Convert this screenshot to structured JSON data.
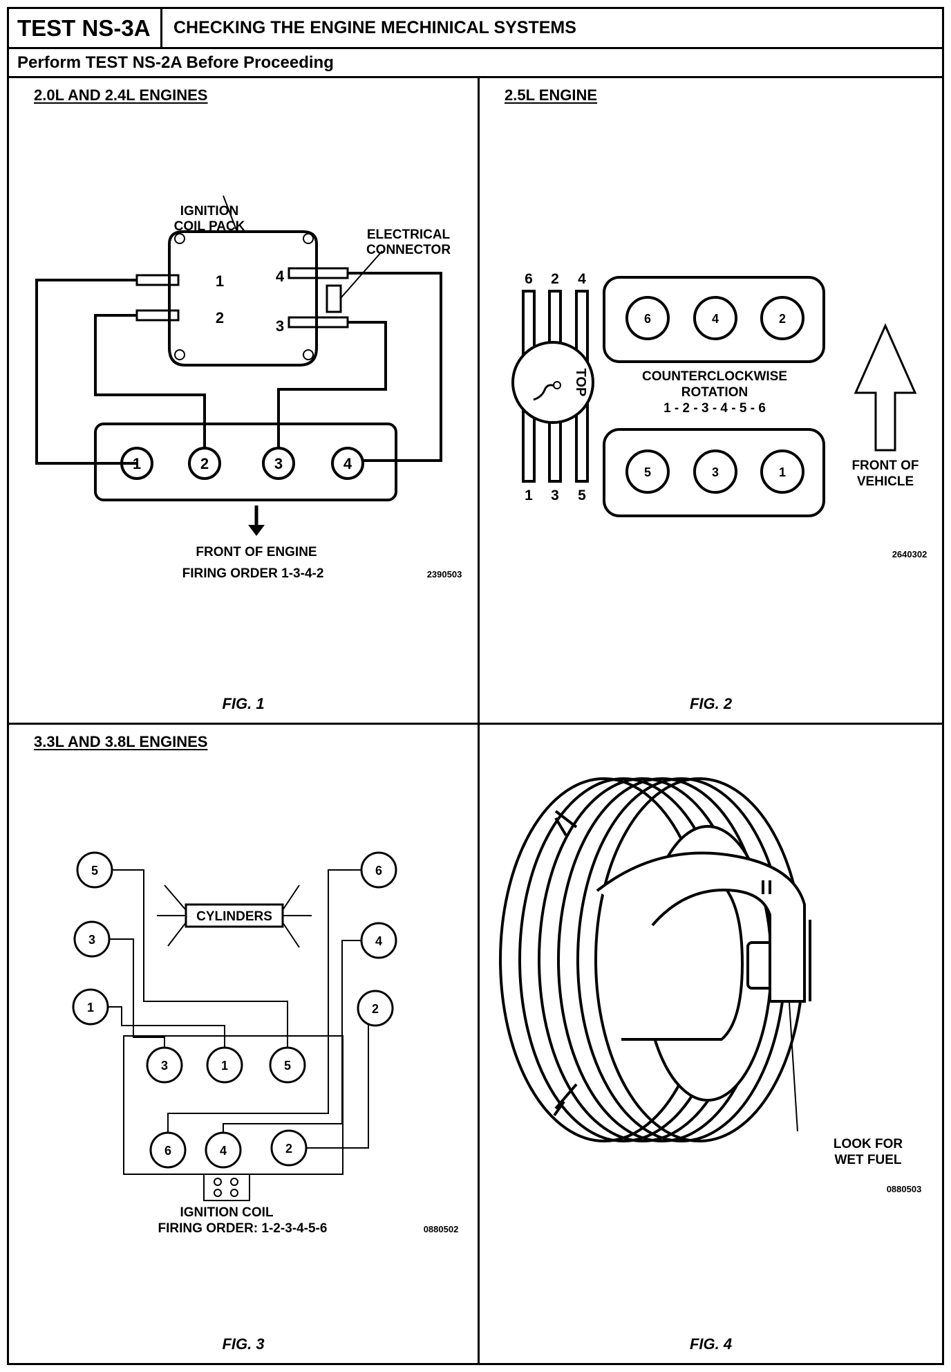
{
  "header": {
    "test_id": "TEST NS-3A",
    "title": "CHECKING THE ENGINE MECHINICAL SYSTEMS",
    "subtitle": "Perform TEST NS-2A Before Proceeding"
  },
  "panels": {
    "p1": {
      "title": "2.0L AND 2.4L ENGINES",
      "label_coil_1": "IGNITION",
      "label_coil_2": "COIL PACK",
      "label_conn_1": "ELECTRICAL",
      "label_conn_2": "CONNECTOR",
      "tower_1": "1",
      "tower_2": "2",
      "tower_3": "3",
      "tower_4": "4",
      "cyl_1": "1",
      "cyl_2": "2",
      "cyl_3": "3",
      "cyl_4": "4",
      "front_label": "FRONT OF ENGINE",
      "firing_order": "FIRING ORDER 1-3-4-2",
      "code": "2390503",
      "fig": "FIG. 1"
    },
    "p2": {
      "title": "2.5L ENGINE",
      "top_nums": [
        "6",
        "2",
        "4"
      ],
      "bottom_nums": [
        "1",
        "3",
        "5"
      ],
      "distributor_label": "TOP",
      "upper_bank": [
        "6",
        "4",
        "2"
      ],
      "lower_bank": [
        "5",
        "3",
        "1"
      ],
      "rotation_1": "COUNTERCLOCKWISE",
      "rotation_2": "ROTATION",
      "rotation_3": "1 - 2 - 3 - 4 - 5 - 6",
      "front_1": "FRONT OF",
      "front_2": "VEHICLE",
      "code": "2640302",
      "fig": "FIG. 2"
    },
    "p3": {
      "title": "3.3L AND 3.8L ENGINES",
      "outer": [
        "5",
        "3",
        "1",
        "6",
        "4",
        "2"
      ],
      "inner_top": [
        "3",
        "1",
        "5"
      ],
      "inner_bottom": [
        "6",
        "4",
        "2"
      ],
      "cylinders_label": "CYLINDERS",
      "coil_label": "IGNITION COIL",
      "firing_order": "FIRING ORDER:  1-2-3-4-5-6",
      "code": "0880502",
      "fig": "FIG. 3"
    },
    "p4": {
      "look_1": "LOOK FOR",
      "look_2": "WET FUEL",
      "code": "0880503",
      "fig": "FIG. 4"
    }
  }
}
